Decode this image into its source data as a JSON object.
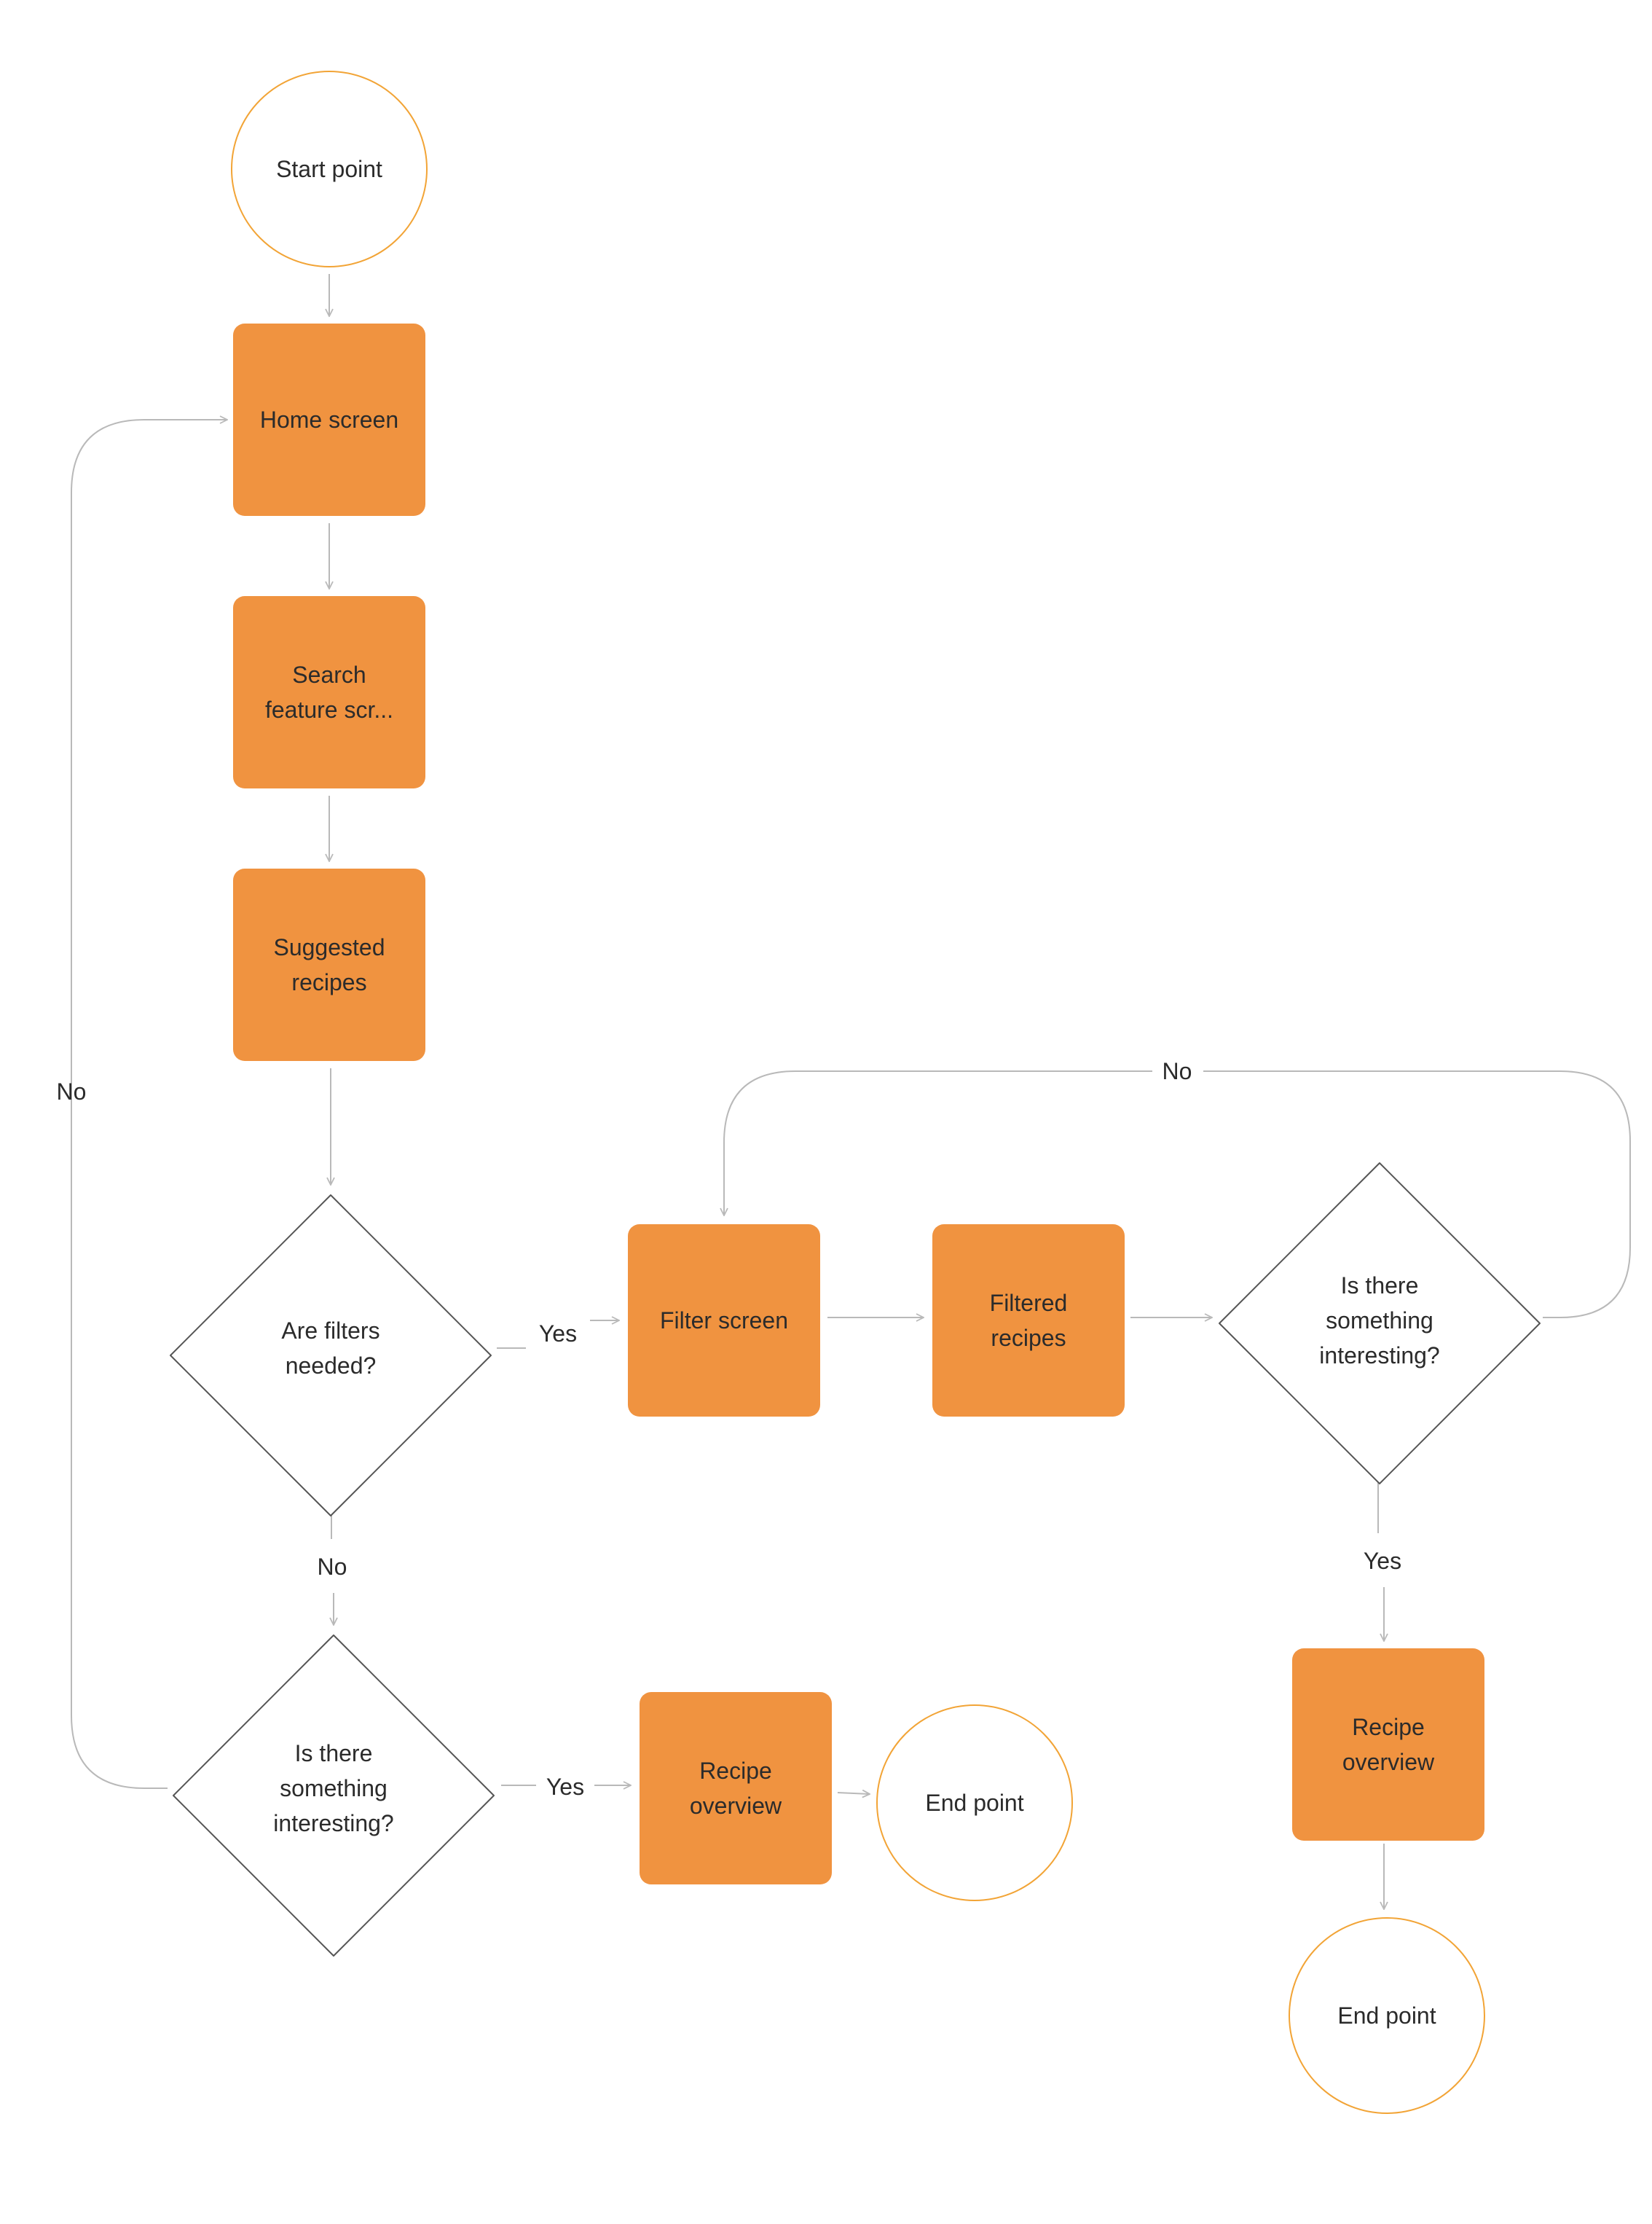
{
  "colors": {
    "process_fill": "#f09340",
    "terminal_stroke": "#f2a436",
    "decision_stroke": "#555555",
    "edge_stroke": "#b9b9b9",
    "text": "#2b2b2b",
    "background": "#ffffff"
  },
  "nodes": {
    "start": {
      "lines": [
        "Start point"
      ]
    },
    "home": {
      "lines": [
        "Home screen"
      ]
    },
    "search": {
      "lines": [
        "Search",
        "feature scr..."
      ]
    },
    "suggested": {
      "lines": [
        "Suggested",
        "recipes"
      ]
    },
    "filters_needed": {
      "lines": [
        "Are filters",
        "needed?"
      ]
    },
    "interesting_left": {
      "lines": [
        "Is there",
        "something",
        "interesting?"
      ]
    },
    "recipe_left": {
      "lines": [
        "Recipe",
        "overview"
      ]
    },
    "end_left": {
      "lines": [
        "End point"
      ]
    },
    "filter_screen": {
      "lines": [
        "Filter screen"
      ]
    },
    "filtered_recipes": {
      "lines": [
        "Filtered",
        "recipes"
      ]
    },
    "interesting_right": {
      "lines": [
        "Is there",
        "something",
        "interesting?"
      ]
    },
    "recipe_right": {
      "lines": [
        "Recipe",
        "overview"
      ]
    },
    "end_right": {
      "lines": [
        "End point"
      ]
    }
  },
  "edge_labels": {
    "filters_yes": "Yes",
    "filters_no": "No",
    "left_yes": "Yes",
    "left_no": "No",
    "right_no": "No",
    "right_yes": "Yes"
  }
}
